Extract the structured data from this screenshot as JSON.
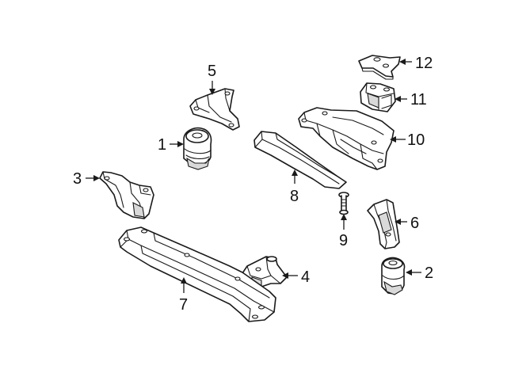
{
  "colors": {
    "line": "#1a1a1a",
    "background": "#ffffff",
    "text": "#111111"
  },
  "callouts": [
    {
      "id": "1",
      "label": "1"
    },
    {
      "id": "2",
      "label": "2"
    },
    {
      "id": "3",
      "label": "3"
    },
    {
      "id": "4",
      "label": "4"
    },
    {
      "id": "5",
      "label": "5"
    },
    {
      "id": "6",
      "label": "6"
    },
    {
      "id": "7",
      "label": "7"
    },
    {
      "id": "8",
      "label": "8"
    },
    {
      "id": "9",
      "label": "9"
    },
    {
      "id": "10",
      "label": "10"
    },
    {
      "id": "11",
      "label": "11"
    },
    {
      "id": "12",
      "label": "12"
    }
  ]
}
